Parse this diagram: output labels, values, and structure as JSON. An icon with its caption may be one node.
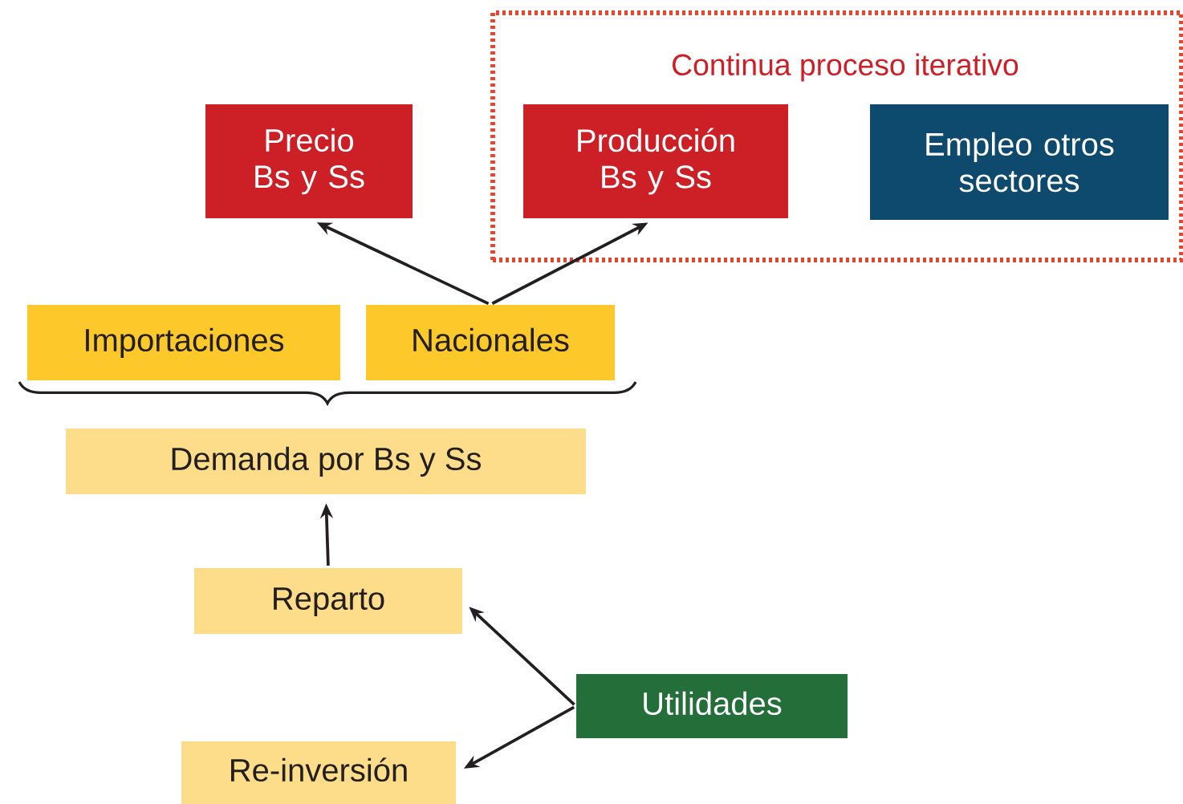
{
  "diagram": {
    "nodes": [
      {
        "text": [
          "Continua proceso iterativo"
        ]
      },
      {
        "text": [
          "Precio Bs y Ss"
        ]
      },
      {
        "text": [
          "Producción Bs y Ss"
        ],
        "in": 0
      },
      {
        "text": [
          "Empleo otros sectores"
        ],
        "in": 0
      },
      {
        "text": [
          "Importaciones"
        ]
      },
      {
        "text": [
          "Nacionales"
        ]
      },
      {
        "text": [
          "Demanda por Bs y Ss"
        ]
      },
      {
        "text": [
          "Reparto"
        ]
      },
      {
        "text": [
          "Utilidades"
        ]
      },
      {
        "text": [
          "Re-inversión"
        ]
      }
    ],
    "edges": [
      {
        "from": 5,
        "to": 1,
        "arrow": "to"
      },
      {
        "from": 5,
        "to": 2,
        "arrow": "to"
      },
      {
        "from": 7,
        "to": 6,
        "arrow": "to"
      },
      {
        "from": 8,
        "to": 7,
        "arrow": "to"
      },
      {
        "from": 8,
        "to": 9,
        "arrow": "to"
      }
    ]
  }
}
